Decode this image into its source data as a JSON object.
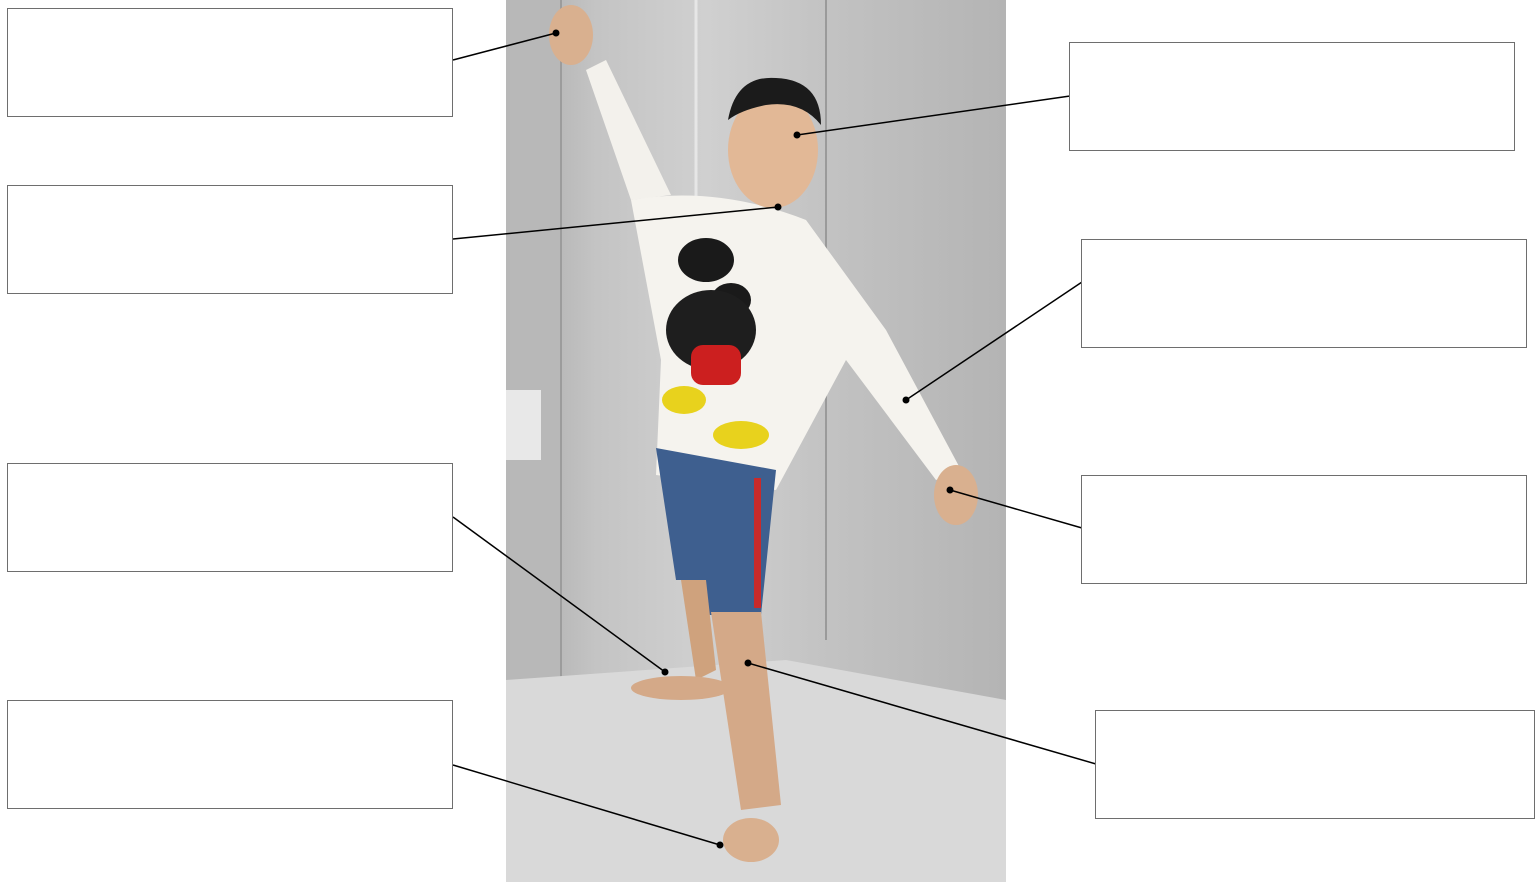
{
  "labels": [
    {
      "id": "hand-left",
      "text": ""
    },
    {
      "id": "mouth",
      "text": ""
    },
    {
      "id": "knee",
      "text": ""
    },
    {
      "id": "foot",
      "text": ""
    },
    {
      "id": "head",
      "text": ""
    },
    {
      "id": "elbow",
      "text": ""
    },
    {
      "id": "hand-right",
      "text": ""
    },
    {
      "id": "leg",
      "text": ""
    }
  ],
  "colors": {
    "box_border": "#6e6e6e",
    "leader_line": "#000000",
    "background": "#ffffff"
  }
}
